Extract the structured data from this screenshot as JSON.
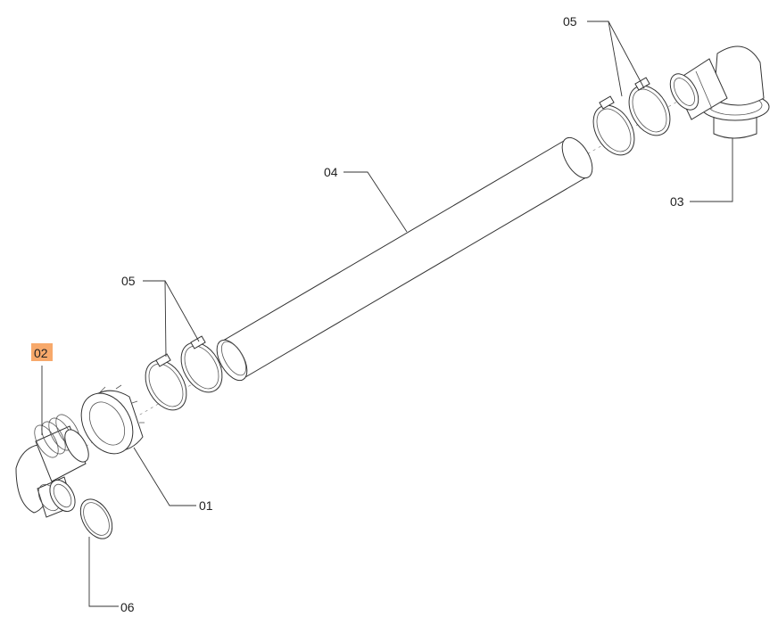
{
  "diagram": {
    "highlight_color": "#F7A96B",
    "callouts": [
      {
        "id": "01",
        "text": "01"
      },
      {
        "id": "02",
        "text": "02",
        "highlighted": true
      },
      {
        "id": "03",
        "text": "03"
      },
      {
        "id": "04",
        "text": "04"
      },
      {
        "id": "05_top",
        "text": "05"
      },
      {
        "id": "05_mid",
        "text": "05"
      },
      {
        "id": "06",
        "text": "06"
      }
    ],
    "parts": [
      {
        "name": "ring-nut",
        "callout": "01"
      },
      {
        "name": "corrugated-elbow",
        "callout": "02"
      },
      {
        "name": "outlet-elbow",
        "callout": "03"
      },
      {
        "name": "pipe",
        "callout": "04"
      },
      {
        "name": "hose-clamp",
        "callout": "05"
      },
      {
        "name": "o-ring-seal",
        "callout": "06"
      }
    ]
  }
}
